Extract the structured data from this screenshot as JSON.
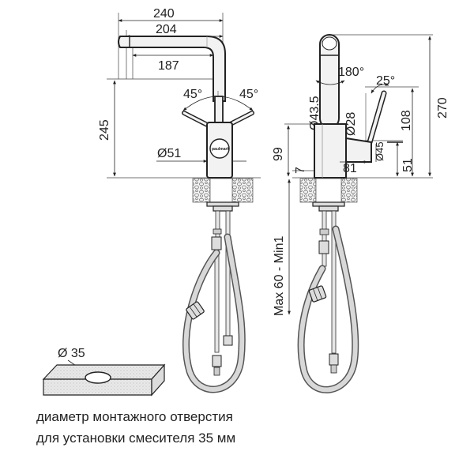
{
  "front_view": {
    "dim_width_total": "240",
    "dim_width_spout": "204",
    "dim_width_inner": "187",
    "dim_height": "245",
    "dim_angle_left": "45°",
    "dim_angle_right": "45°",
    "dim_base_diameter": "Ø51",
    "brand_label": "paulmark"
  },
  "side_view": {
    "dim_rotation": "180°",
    "dim_lever_angle": "25°",
    "dim_spout_diameter": "Ø43.5",
    "dim_body_diameter": "Ø28",
    "dim_total_height": "270",
    "dim_lever_height": "108",
    "dim_body_height": "99",
    "dim_base_offset": "7",
    "dim_handle_width": "81",
    "dim_handle_diameter": "Ø45",
    "dim_handle_height": "51",
    "dim_mount_range": "Max 60 - Min1"
  },
  "hole_detail": {
    "dim_hole_diameter": "Ø 35"
  },
  "caption": {
    "line1": "диаметр монтажного отверстия",
    "line2": "для установки смесителя 35 мм"
  }
}
